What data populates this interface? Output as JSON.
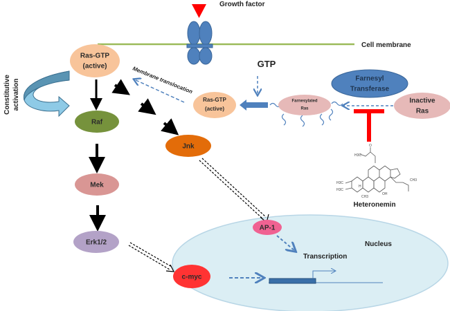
{
  "title": "Ras signaling pathway inhibited by Heteronemin",
  "colors": {
    "ras_gtp": "#f8c49a",
    "raf": "#76923c",
    "mek": "#d99694",
    "erk": "#b3a2c7",
    "jnk": "#e36c09",
    "farnesyl_transferase": "#4f81bd",
    "inactive_ras": "#e6b9b8",
    "farnesylated_ras": "#e6b9b8",
    "ap1": "#f06292",
    "cmyc": "#ff3333",
    "nucleus": "#dbeef4",
    "membrane": "#9bbb59",
    "receptor": "#4f81bd",
    "growth_factor": "#ff0000",
    "inhibition": "#ff0000",
    "dashed_arrow": "#4f81bd"
  },
  "labels": {
    "growth_factor": "Growth factor",
    "cell_membrane": "Cell membrane",
    "gtp": "GTP",
    "ras_gtp_main_line1": "Ras-GTP",
    "ras_gtp_main_line2": "(active)",
    "ras_gtp_second_line1": "Ras-GTP",
    "ras_gtp_second_line2": "(active)",
    "membrane_translocation": "Membrane translocation",
    "farnesyl_transferase_line1": "Farnesyl",
    "farnesyl_transferase_line2": "Transferase",
    "inactive_ras_line1": "Inactive",
    "inactive_ras_line2": "Ras",
    "farnesylated_ras_line1": "Farnesylated",
    "farnesylated_ras_line2": "Ras",
    "constitutive_line1": "Constitutive",
    "constitutive_line2": "activation",
    "raf": "Raf",
    "mek": "Mek",
    "erk": "Erk1/2",
    "jnk": "Jnk",
    "ap1": "AP-1",
    "cmyc": "c-myc",
    "nucleus": "Nucleus",
    "transcription": "Transcription",
    "heteronemin": "Heteronemin"
  },
  "chem_labels": {
    "h3c_top": "H3C",
    "o_top": "O",
    "ch3_right": "CH3",
    "oh": "OH",
    "h3c_left1": "H3C",
    "h3c_left2": "H3C",
    "ch3_bottom": "CH3",
    "h": "H"
  }
}
